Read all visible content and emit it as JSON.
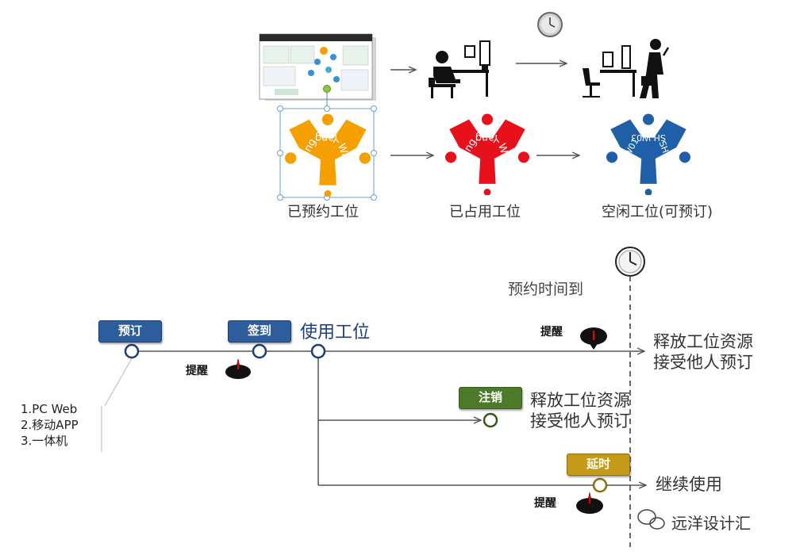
{
  "states": {
    "reserved": {
      "label": "已预约工位",
      "color": "#f5a000",
      "name1": "Zhang",
      "name2": "Wang",
      "name3": "Yang"
    },
    "occupied": {
      "label": "已占用工位",
      "color": "#e8101a",
      "name1": "Zhang",
      "name2": "Wang",
      "name3": "Yang"
    },
    "free": {
      "label": "空闲工位(可预订)",
      "color": "#1f5fa8",
      "name1": "SH-W01",
      "name2": "SH-W02",
      "name3": "SH-W03"
    }
  },
  "timeline": {
    "deadline_label": "预约时间到",
    "book_tag": "预订",
    "checkin_tag": "签到",
    "use_label": "使用工位",
    "reminder_1": "提醒",
    "reminder_2": "提醒",
    "reminder_3": "提醒",
    "channels": [
      "1.PC Web",
      "2.移动APP",
      "3.一体机"
    ],
    "main_end_line1": "释放工位资源",
    "main_end_line2": "接受他人预订",
    "cancel_tag": "注销",
    "cancel_line1": "释放工位资源",
    "cancel_line2": "接受他人预订",
    "extend_tag": "延时",
    "extend_label": "继续使用"
  },
  "watermark": "远洋设计汇",
  "colors": {
    "blue": "#2e5d9e",
    "green": "#4d7a2a",
    "gold": "#c49a18"
  }
}
